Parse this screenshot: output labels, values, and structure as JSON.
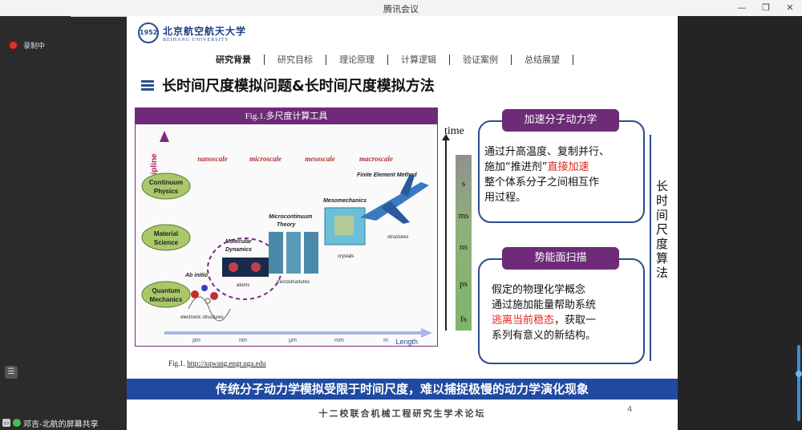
{
  "window": {
    "title": "腾讯会议"
  },
  "left": {
    "recording": "录制中"
  },
  "bottom": {
    "share_label": "邓吉-北航的屏幕共享"
  },
  "slide": {
    "logo_cn": "北京航空航天大学",
    "logo_en": "BEIHANG UNIVERSITY",
    "nav": [
      "研究背景",
      "研究目标",
      "理论原理",
      "计算逻辑",
      "验证案例",
      "总结展望"
    ],
    "heading": "长时间尺度模拟问题&长时间尺度模拟方法",
    "figure": {
      "title": "Fig.1.多尺度计算工具",
      "discipline": "Discipline",
      "length": "Length",
      "scales": [
        "nanoscale",
        "microscale",
        "mesoscale",
        "macroscale"
      ],
      "levels": [
        "Continuum Physics",
        "Material Science",
        "Quantum Mechanics"
      ],
      "methods": {
        "ab": "Ab initio",
        "md1": "Molecular",
        "md2": "Dynamics",
        "mc1": "Microcontinuum",
        "mc2": "Theory",
        "meso": "Mesomechanics",
        "fem": "Finite Element Method"
      },
      "labels": {
        "electronic": "electronic structures",
        "atoms": "atoms",
        "micro": "microstructures",
        "crystals": "crystals",
        "structures": "structures"
      },
      "ticks": [
        "pm",
        "nm",
        "μm",
        "mm",
        "m"
      ]
    },
    "caption_prefix": "Fig.1. ",
    "caption_link": "http://xqwang.engr.uga.edu",
    "time_label": "time",
    "time_units": [
      "s",
      "ms",
      "ns",
      "ps",
      "fs"
    ],
    "box1": {
      "title": "加速分子动力学",
      "l1": "通过升高温度、复制并行、",
      "l2a": "施加“推进剂”",
      "l2b": "直接加速",
      "l3": "整个体系分子之间相互作",
      "l4": "用过程。"
    },
    "box2": {
      "title": "势能面扫描",
      "l1": "假定的物理化学概念",
      "l2": "通过施加能量帮助系统",
      "l3a": "逃离当前稳态",
      "l3b": "，获取一",
      "l4": "系列有意义的新结构。"
    },
    "vertical_title": "长时间尺度算法",
    "banner": "传统分子动力学模拟受限于时间尺度，难以捕捉极慢的动力学演化现象",
    "footer": "十二校联合机械工程研究生学术论坛",
    "page": "4"
  },
  "colors": {
    "purple": "#6d2b78",
    "navy": "#2a4c8e",
    "banner": "#1f4aa0",
    "accent_red": "#e0261f"
  }
}
